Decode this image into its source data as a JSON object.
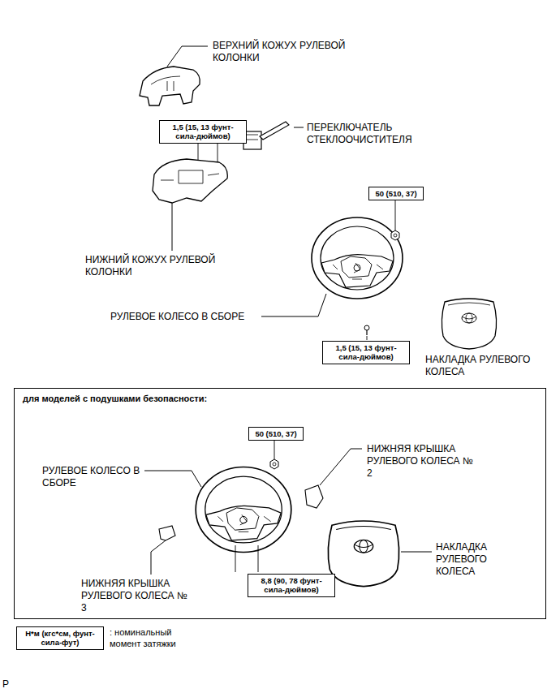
{
  "diagram": {
    "nodes": [
      {
        "text": [
          "1,5 (15, 13 фунт-сила-дюймов)"
        ]
      },
      {
        "text": [
          "50 (510, 37)"
        ]
      },
      {
        "text": [
          "1,5 (15, 13 фунт-сила-дюймов)"
        ]
      },
      {
        "text": [
          "для моделей с подушками безопасности:"
        ]
      },
      {
        "text": [
          "50 (510, 37)"
        ],
        "in": 3
      },
      {
        "text": [
          "8,8 (90, 78 фунт-сила-дюймов)"
        ],
        "in": 3
      },
      {
        "text": [
          "Н*м (кгс*см, фунт-сила-фут)"
        ]
      }
    ],
    "labels": [
      "ВЕРХНИЙ КОЖУХ РУЛЕВОЙ КОЛОНКИ",
      "ПЕРЕКЛЮЧАТЕЛЬ СТЕКЛООЧИСТИТЕЛЯ",
      "НИЖНИЙ КОЖУХ РУЛЕВОЙ КОЛОНКИ",
      "РУЛЕВОЕ КОЛЕСО В СБОРЕ",
      "НАКЛАДКА РУЛЕВОГО КОЛЕСА",
      "НИЖНЯЯ КРЫШКА РУЛЕВОГО КОЛЕСА № 2",
      "РУЛЕВОЕ КОЛЕСО В СБОРЕ",
      "НАКЛАДКА РУЛЕВОГО КОЛЕСА",
      "НИЖНЯЯ КРЫШКА РУЛЕВОГО КОЛЕСА № 3",
      "P"
    ],
    "legend": [
      {
        "text": ": номинальный момент затяжки"
      }
    ]
  }
}
